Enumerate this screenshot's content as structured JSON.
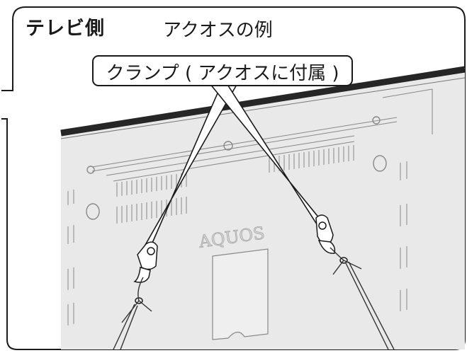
{
  "header": {
    "section_title": "テレビ側",
    "example_label": "アクオスの例"
  },
  "callout": {
    "label": "クランプ ( アクオスに付属 )"
  },
  "tv_back": {
    "brand_text": "AQUOS"
  },
  "colors": {
    "frame": "#1a1a1a",
    "panel_fill": "#e9e9e9",
    "tv_top_edge": "#262626",
    "wire": "#333333",
    "background": "#ffffff"
  }
}
